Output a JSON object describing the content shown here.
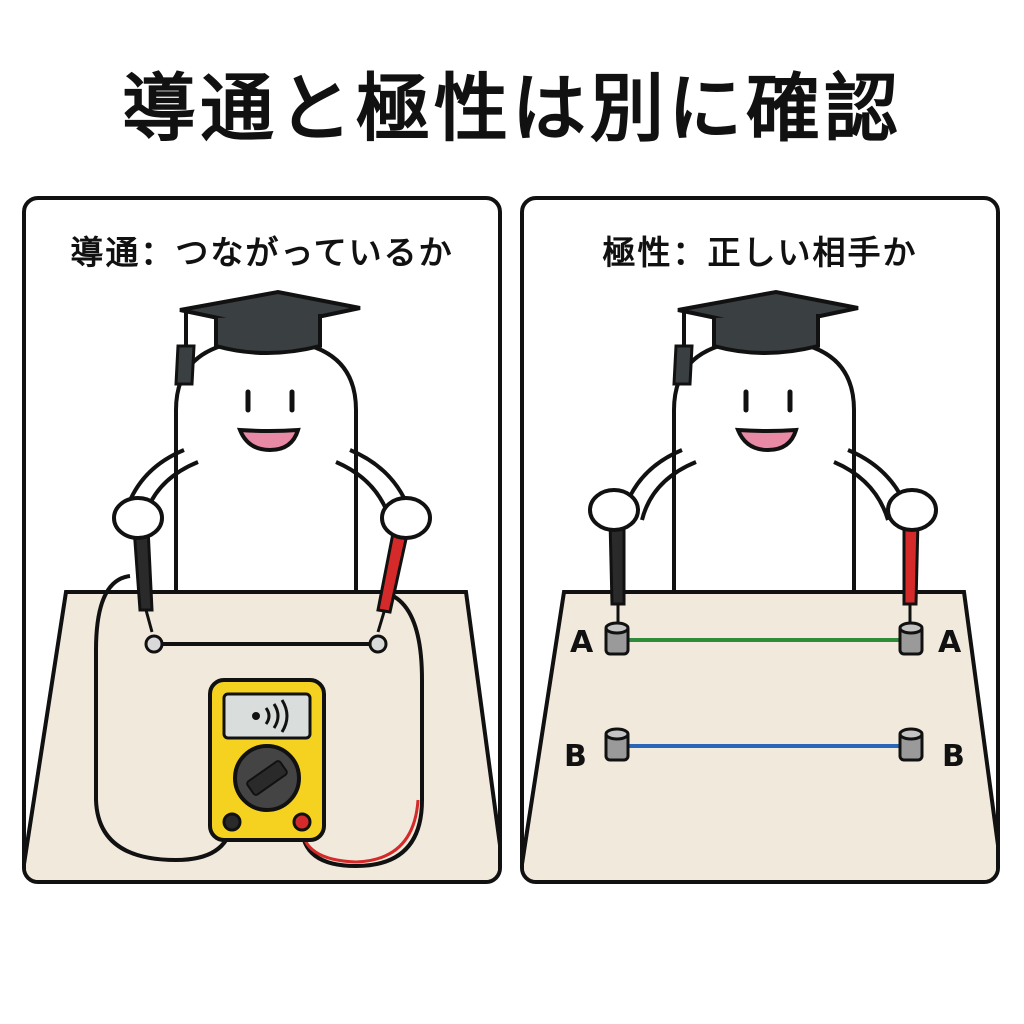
{
  "title": "導通と極性は別に確認",
  "left_panel": {
    "label": "導通：つながっているか",
    "meter_display_icon": "continuity-beep-icon"
  },
  "right_panel": {
    "label": "極性：正しい相手か",
    "terminal_a_left": "A",
    "terminal_a_right": "A",
    "terminal_b_left": "B",
    "terminal_b_right": "B"
  },
  "colors": {
    "probe_black": "#2a2a2a",
    "probe_red": "#d42a2a",
    "meter_yellow": "#f5d21f",
    "wire_a": "#2e8b3a",
    "wire_b": "#2a66b8",
    "table": "#f1eadc",
    "cap": "#3a3f42",
    "mouth": "#e88aa6"
  }
}
